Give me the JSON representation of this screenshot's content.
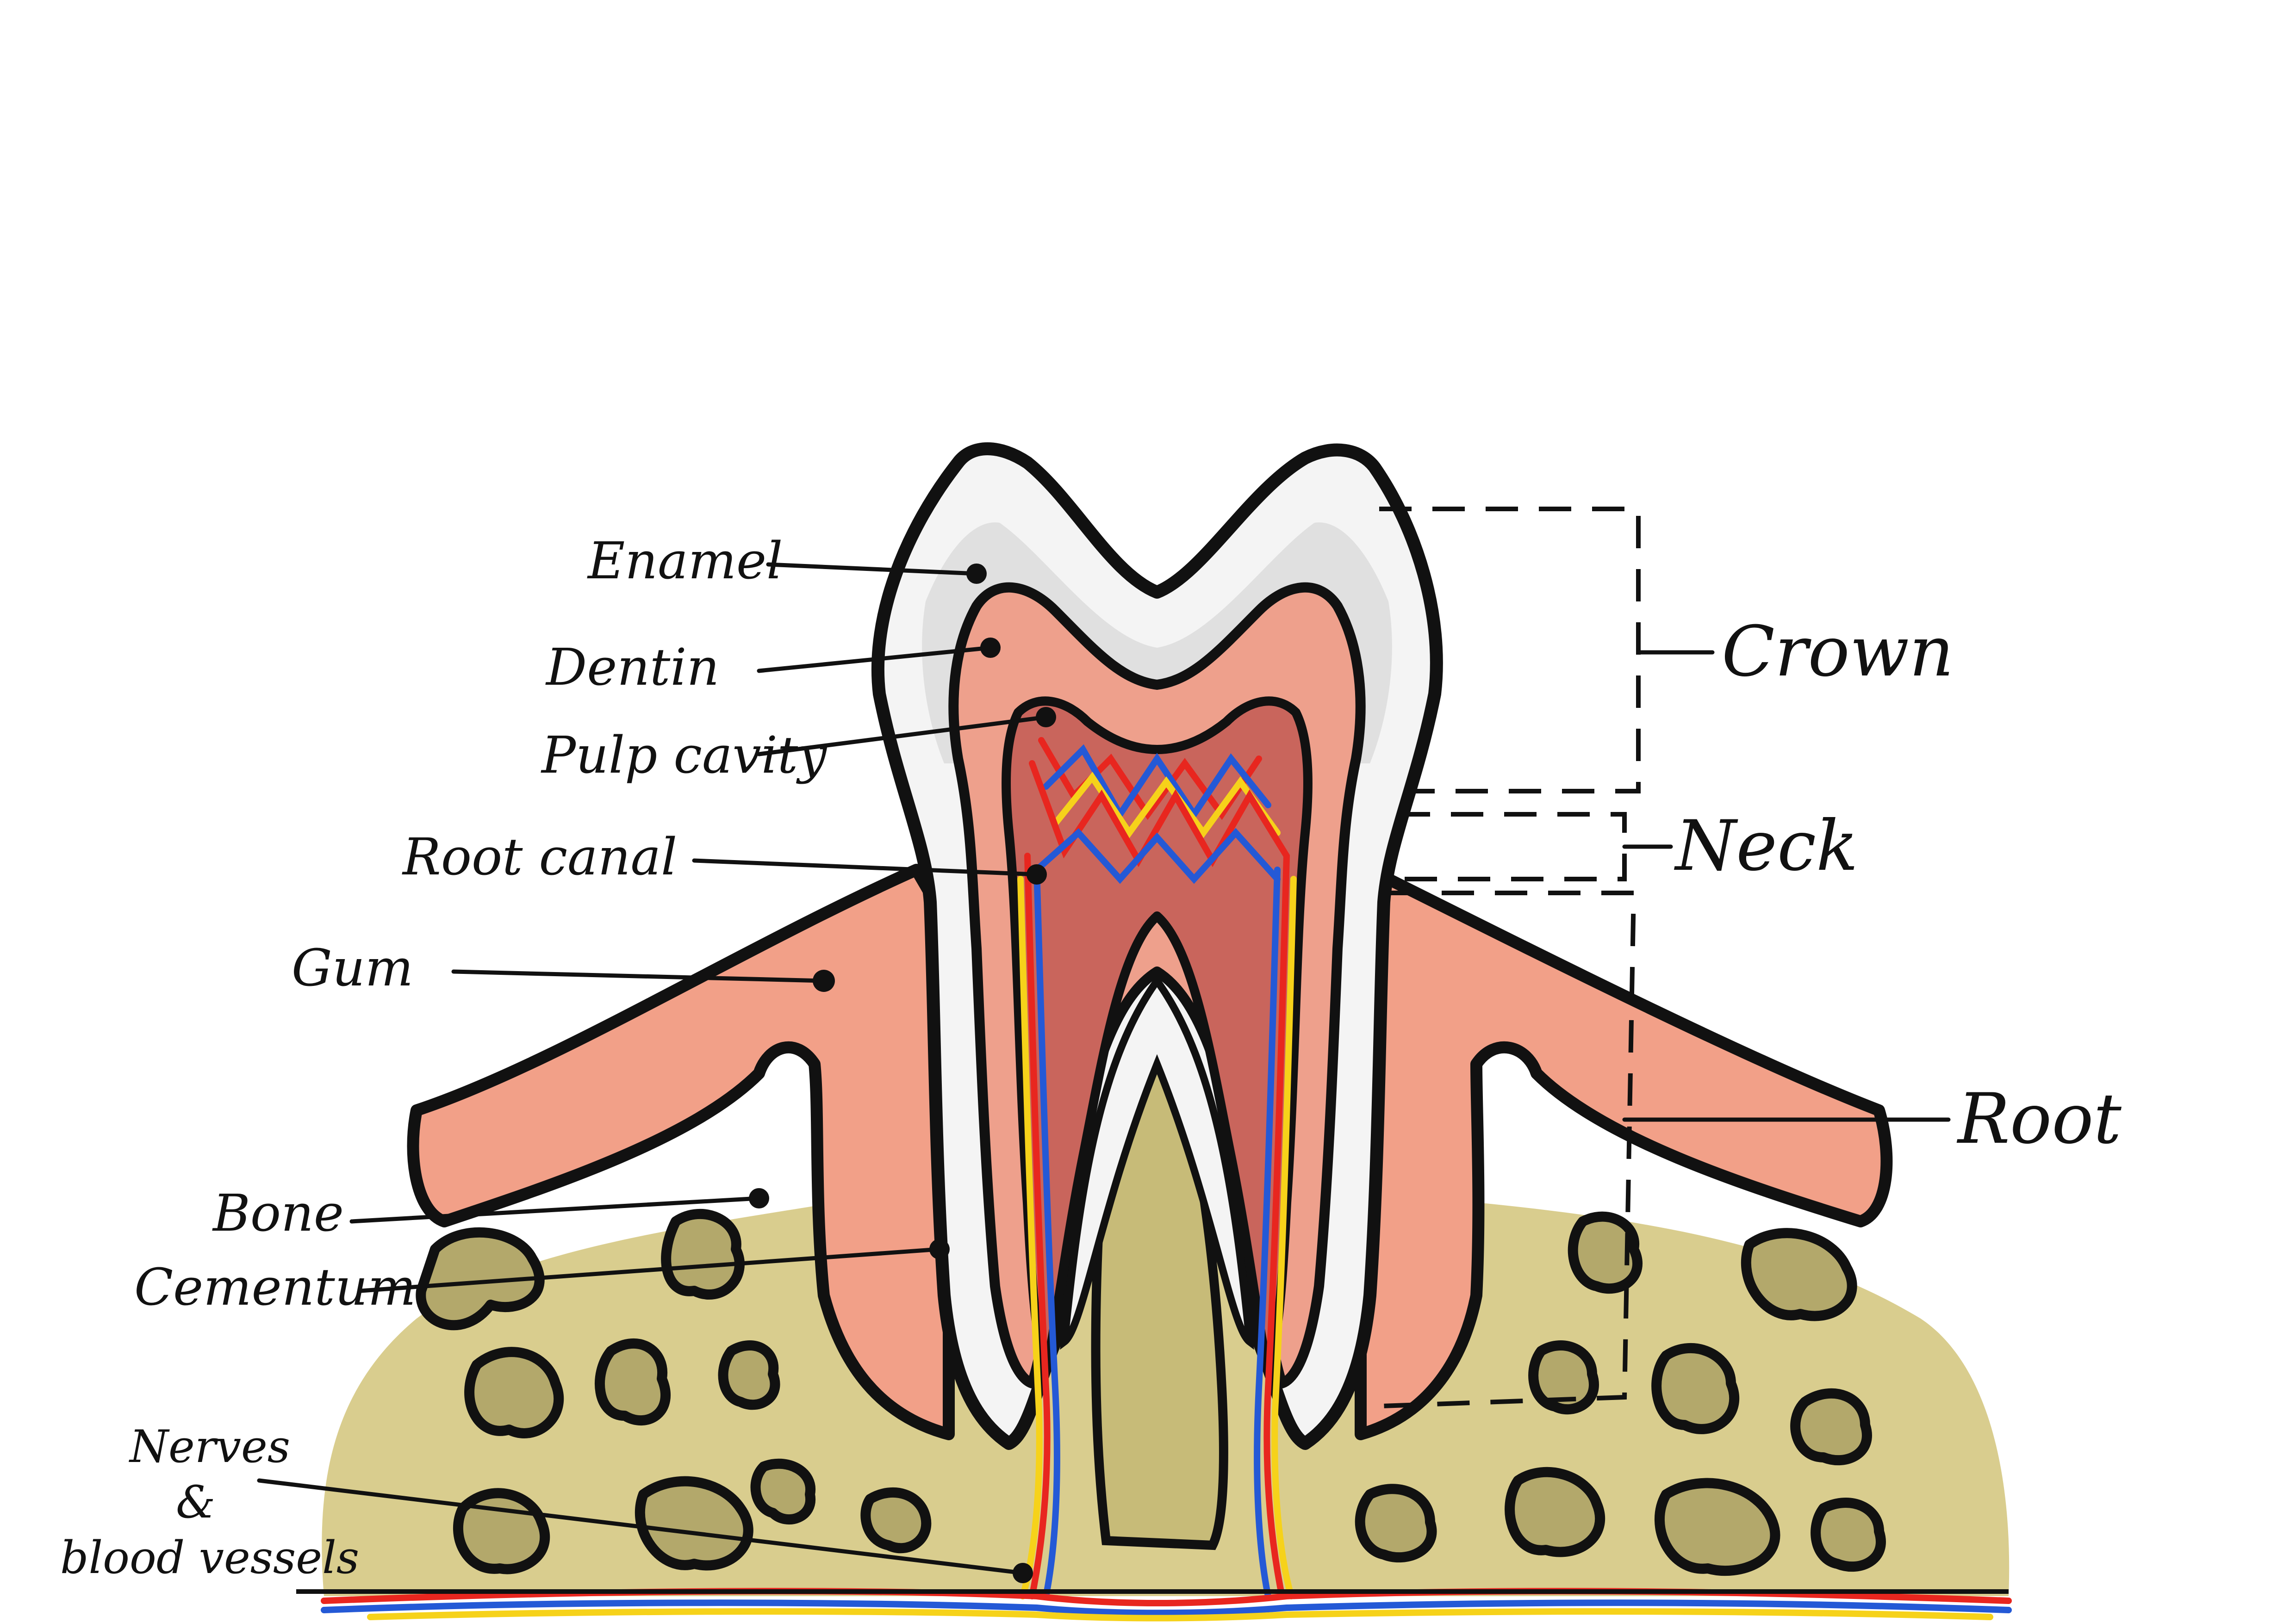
{
  "labels": {
    "enamel": "Enamel",
    "dentin": "Dentin",
    "pulp_cavity": "Pulp cavity",
    "root_canal": "Root canal",
    "gum": "Gum",
    "bone": "Bone",
    "cementum": "Cementum",
    "nerves_line1": "Nerves",
    "nerves_line2": "&",
    "nerves_line3": "blood vessels",
    "crown": "Crown",
    "neck": "Neck",
    "root": "Root"
  },
  "colors": {
    "bone": "#d9cd8e",
    "bone_holes": "#b3a86b",
    "gum": "#f2a088",
    "gum_shadow": "#e8876c",
    "dentin": "#eea08c",
    "pulp": "#c9655c",
    "enamel": "#f4f4f4",
    "enamel_shade": "#d2d2d2",
    "blood_red": "#e8261f",
    "blood_blue": "#2459d6",
    "nerve_yellow": "#f6d21a",
    "outline": "#111111"
  }
}
